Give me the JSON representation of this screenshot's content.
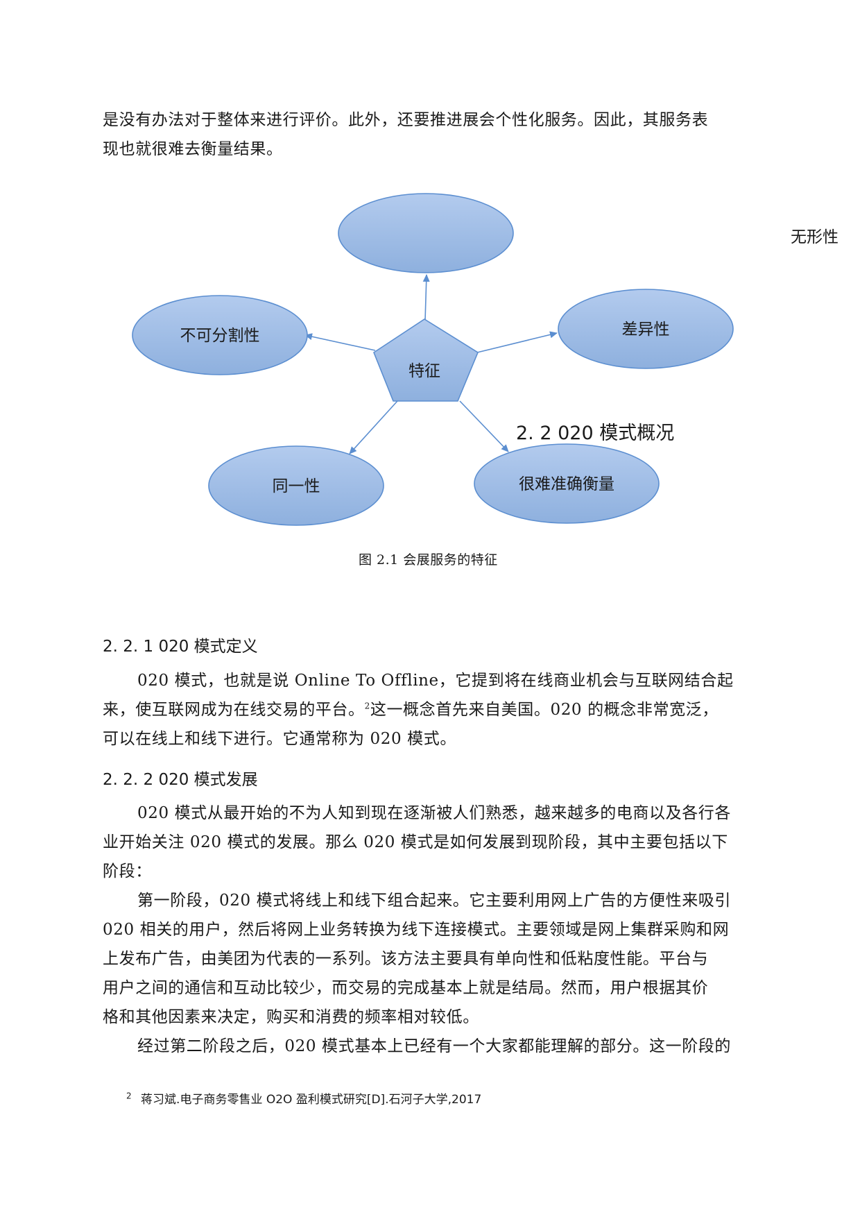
{
  "intro": {
    "line1": "是没有办法对于整体来进行评价。此外，还要推进展会个性化服务。因此，其服务表",
    "line2": "现也就很难去衡量结果。"
  },
  "diagram": {
    "center": "特征",
    "top_node": "",
    "right_node": "差异性",
    "left_node": "不可分割性",
    "bottom_left_node": "同一性",
    "bottom_right_node": "很难准确衡量",
    "side_label": "无形性",
    "overlay_heading": "2. 2 020 模式概况",
    "fill_color": "#9dbbe3",
    "stroke_color": "#5b8ed0"
  },
  "caption": "图 2.1  会展服务的特征",
  "section_221": {
    "heading": "2. 2. 1 020 模式定义",
    "p1_line1": "020 模式，也就是说 Online To Offline，它提到将在线商业机会与互联网结合起",
    "p1_line2a": "来，使互联网成为在线交易的平台。",
    "p1_line2_sup": "2",
    "p1_line2b": "这一概念首先来自美国。020 的概念非常宽泛，",
    "p1_line3": "可以在线上和线下进行。它通常称为 020 模式。"
  },
  "section_222": {
    "heading": "2. 2. 2  020 模式发展",
    "p1_line1": "020 模式从最开始的不为人知到现在逐渐被人们熟悉，越来越多的电商以及各行各",
    "p1_line2": "业开始关注 020 模式的发展。那么 020 模式是如何发展到现阶段，其中主要包括以下",
    "p1_line3": "阶段：",
    "p2_line1": "第一阶段，020 模式将线上和线下组合起来。它主要利用网上广告的方便性来吸引",
    "p2_line2": "020 相关的用户，然后将网上业务转换为线下连接模式。主要领域是网上集群采购和网",
    "p2_line3": "上发布广告，由美团为代表的一系列。该方法主要具有单向性和低粘度性能。平台与",
    "p2_line4": "用户之间的通信和互动比较少，而交易的完成基本上就是结局。然而，用户根据其价",
    "p2_line5": "格和其他因素来决定，购买和消费的频率相对较低。",
    "p3_line1": "经过第二阶段之后，020 模式基本上已经有一个大家都能理解的部分。这一阶段的"
  },
  "footnote": {
    "marker": "2",
    "text": "蒋习斌.电子商务零售业 O2O 盈利模式研究[D].石河子大学,2017"
  }
}
